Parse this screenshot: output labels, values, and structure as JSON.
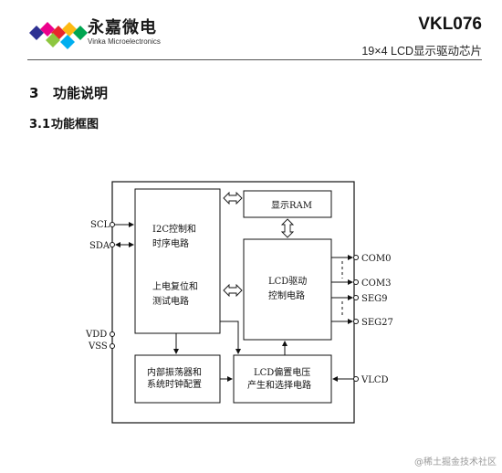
{
  "header": {
    "brand_cn": "永嘉微电",
    "brand_en": "Vinka Microelectronics",
    "part_number": "VKL076",
    "subtitle": "19×4 LCD显示驱动芯片"
  },
  "logo": {
    "colors": [
      "#e8262c",
      "#fdb913",
      "#00a651",
      "#2e3192",
      "#8dc63f",
      "#ec008c"
    ]
  },
  "section": {
    "number": "3",
    "title": "功能说明"
  },
  "subsection": {
    "number": "3.1",
    "title": "功能框图"
  },
  "diagram": {
    "blocks": {
      "i2c_line1": "I2C控制和",
      "i2c_line2": "时序电路",
      "reset_line1": "上电复位和",
      "reset_line2": "测试电路",
      "ram": "显示RAM",
      "lcd_drv_line1": "LCD驱动",
      "lcd_drv_line2": "控制电路",
      "osc_line1": "内部振荡器和",
      "osc_line2": "系统时钟配置",
      "bias_line1": "LCD偏置电压",
      "bias_line2": "产生和选择电路"
    },
    "pins": {
      "scl": "SCL",
      "sda": "SDA",
      "vdd": "VDD",
      "vss": "VSS",
      "com0": "COM0",
      "com3": "COM3",
      "seg9": "SEG9",
      "seg27": "SEG27",
      "vlcd": "VLCD"
    }
  },
  "watermark": "@稀土掘金技术社区"
}
